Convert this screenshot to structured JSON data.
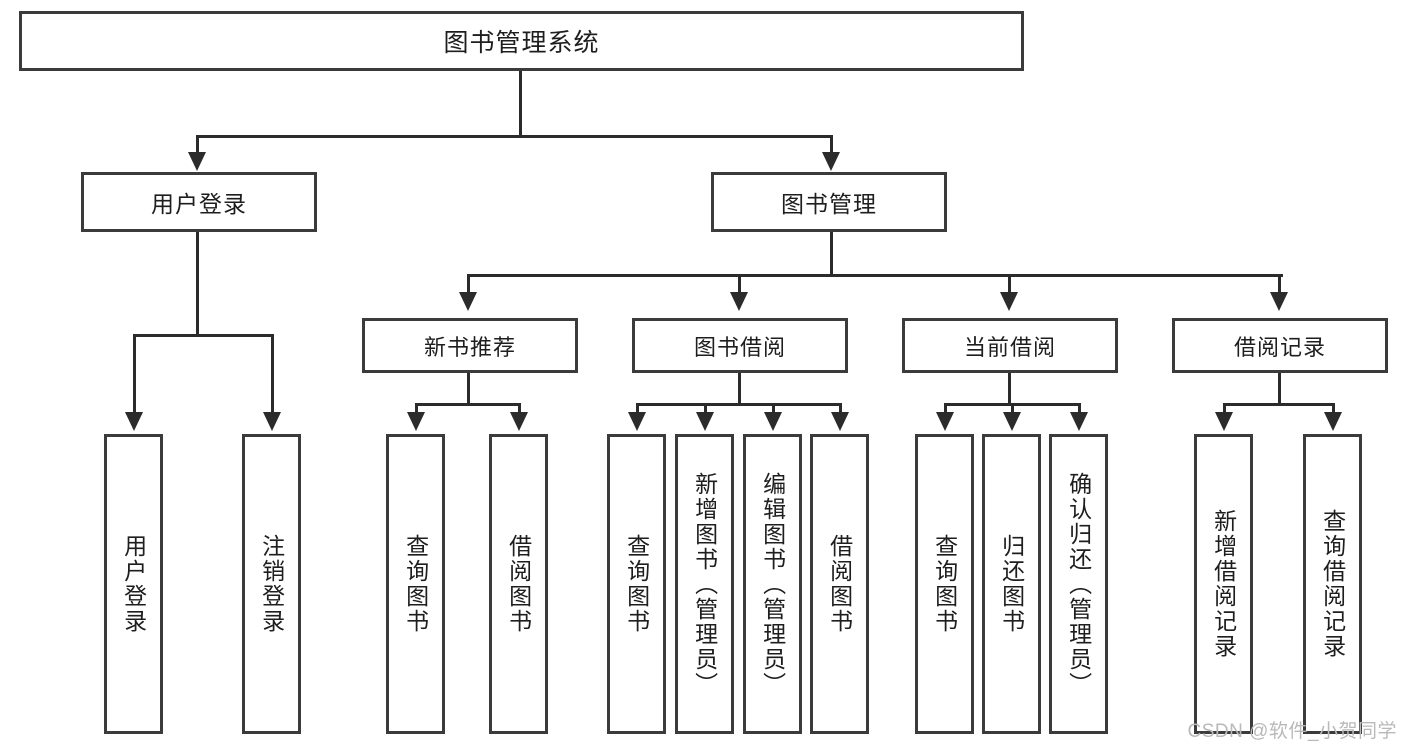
{
  "diagram": {
    "title": "图书管理系统",
    "root": {
      "label": "图书管理系统"
    },
    "level1": [
      {
        "label": "用户登录"
      },
      {
        "label": "图书管理"
      }
    ],
    "level2": [
      {
        "label": "新书推荐"
      },
      {
        "label": "图书借阅"
      },
      {
        "label": "当前借阅"
      },
      {
        "label": "借阅记录"
      }
    ],
    "leaves": {
      "user_login": [
        {
          "label": "用户登录"
        },
        {
          "label": "注销登录"
        }
      ],
      "new_book_recommend": [
        {
          "label": "查询图书"
        },
        {
          "label": "借阅图书"
        }
      ],
      "book_borrow": [
        {
          "label": "查询图书"
        },
        {
          "label": "新增图书（管理员）"
        },
        {
          "label": "编辑图书（管理员）"
        },
        {
          "label": "借阅图书"
        }
      ],
      "current_borrow": [
        {
          "label": "查询图书"
        },
        {
          "label": "归还图书"
        },
        {
          "label": "确认归还（管理员）"
        }
      ],
      "borrow_record": [
        {
          "label": "新增借阅记录"
        },
        {
          "label": "查询借阅记录"
        }
      ]
    }
  },
  "watermark": {
    "text": "CSDN @软件_小贺同学"
  },
  "colors": {
    "box_border": "#3b3b3b",
    "line": "#2b2b2b",
    "background": "#ffffff",
    "watermark": "#b9b9b9"
  }
}
